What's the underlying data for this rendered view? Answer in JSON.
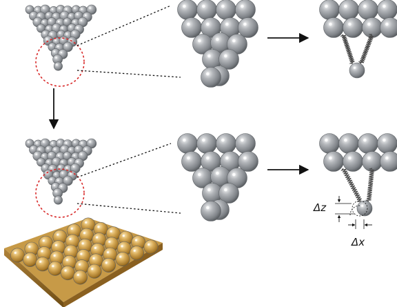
{
  "labels": {
    "delta_z": "Δz",
    "delta_x": "Δx"
  },
  "colors": {
    "atom": "#9ea2a7",
    "atom_dark": "#6d7175",
    "atom_light": "#e6e8ea",
    "gold": "#c79a47",
    "gold_dark": "#7a5618",
    "gold_light": "#f1d190",
    "arrow": "#111111",
    "highlight_circle": "#d82a2a",
    "spring": "#4a4a4a"
  },
  "icons": {
    "arrow": "arrow-icon",
    "spring": "spring-icon",
    "dashed_circle": "dashed-circle-icon"
  },
  "panels": {
    "top_left": "tip-cluster",
    "top_middle": "tip-apex-zoom",
    "top_right": "spring-model",
    "bottom_left": "tip-cluster-over-substrate",
    "bottom_middle": "tip-apex-zoom",
    "bottom_right": "spring-model-deflected"
  }
}
